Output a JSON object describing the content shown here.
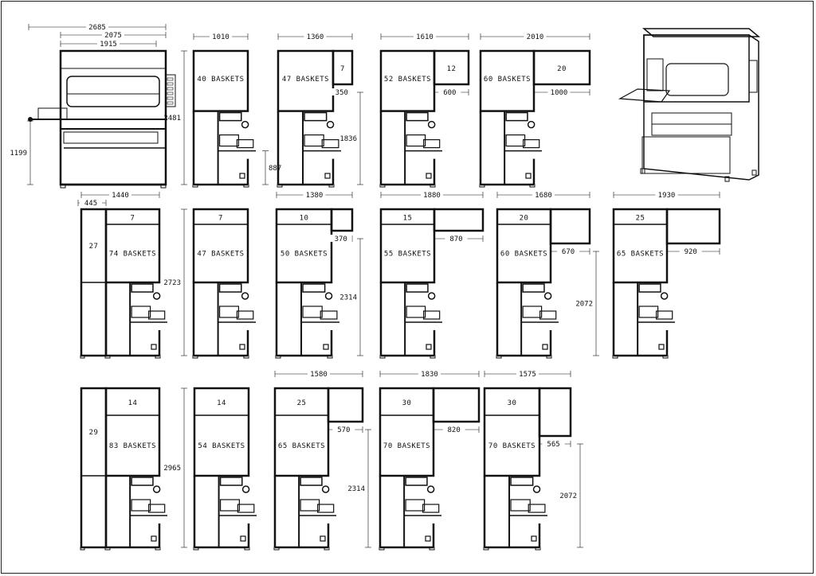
{
  "front_view": {
    "overall_width": "2685",
    "frame_width": "2075",
    "cabinet_width": "1915",
    "conveyor_height": "1199"
  },
  "machines": [
    {
      "baskets": "40 BASKETS",
      "width": "1010",
      "height": "2481",
      "floor": "887"
    },
    {
      "baskets": "47 BASKETS",
      "width": "1360",
      "ext": "7",
      "ext_depth": "350",
      "ext_height": "1836"
    },
    {
      "baskets": "52 BASKETS",
      "width": "1610",
      "ext": "12",
      "ext_depth": "600"
    },
    {
      "baskets": "60 BASKETS",
      "width": "2010",
      "ext": "20",
      "ext_depth": "1000"
    },
    {
      "baskets": "74 BASKETS",
      "width": "1440",
      "side_width": "445",
      "side": "27",
      "top": "7"
    },
    {
      "baskets": "47 BASKETS",
      "height": "2723",
      "top": "7"
    },
    {
      "baskets": "50 BASKETS",
      "width": "1380",
      "top": "10",
      "ext_depth": "370",
      "ext_height": "2314"
    },
    {
      "baskets": "55 BASKETS",
      "width": "1880",
      "top": "15",
      "ext_depth": "870"
    },
    {
      "baskets": "60 BASKETS",
      "width": "1680",
      "top": "20",
      "ext_depth": "670",
      "ext_height": "2072"
    },
    {
      "baskets": "65 BASKETS",
      "width": "1930",
      "top": "25",
      "ext_depth": "920"
    },
    {
      "baskets": "83 BASKETS",
      "side": "29",
      "top": "14"
    },
    {
      "baskets": "54 BASKETS",
      "height": "2965",
      "top": "14"
    },
    {
      "baskets": "65 BASKETS",
      "width": "1580",
      "top": "25",
      "ext_depth": "570",
      "ext_height": "2314"
    },
    {
      "baskets": "70 BASKETS",
      "width": "1830",
      "top": "30",
      "ext_depth": "820"
    },
    {
      "baskets": "70 BASKETS",
      "width": "1575",
      "top": "30",
      "ext_depth": "565",
      "ext_height": "2072"
    }
  ]
}
